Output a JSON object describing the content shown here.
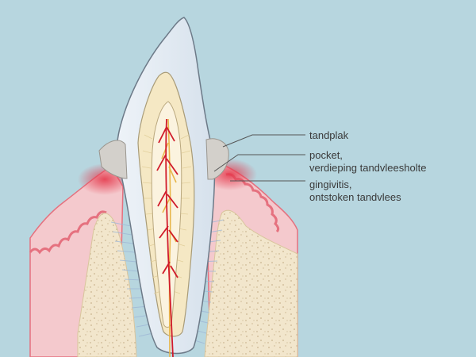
{
  "labels": {
    "plaque": "tandplak",
    "pocket_line1": "pocket,",
    "pocket_line2": "verdieping tandvleesholte",
    "gingivitis_line1": "gingivitis,",
    "gingivitis_line2": "ontstoken tandvlees"
  },
  "colors": {
    "background": "#b7d6df",
    "gum": "#f4c9cd",
    "gum_edge": "#e5717f",
    "inflammation": "#e53a4d",
    "bone": "#f2e6cc",
    "enamel": "#dfe8f0",
    "dentin": "#f5e8c4",
    "pulp": "#fbf3df",
    "plaque": "#d3d0cb",
    "vessel_red": "#d11b2a",
    "nerve_yellow": "#e8b64a",
    "ligament": "#9fb8d6",
    "leader_line": "#555555"
  }
}
